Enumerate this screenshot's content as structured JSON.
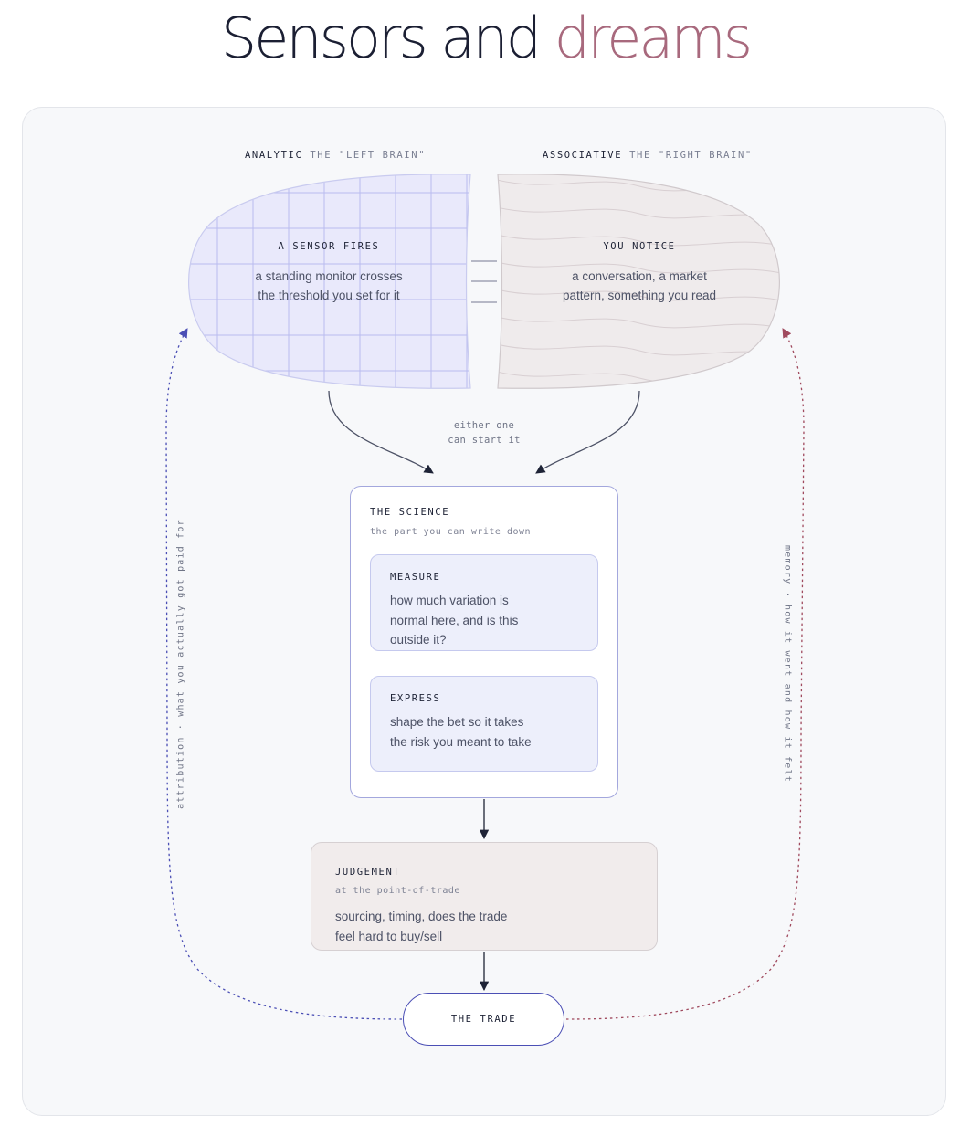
{
  "title": {
    "main": "Sensors and",
    "accent": "dreams"
  },
  "analytic": {
    "label": "ANALYTIC",
    "sub": "THE \"LEFT BRAIN\"",
    "title": "A SENSOR FIRES",
    "desc_line1": "a standing monitor crosses",
    "desc_line2": "the threshold you set for it"
  },
  "associative": {
    "label": "ASSOCIATIVE",
    "sub": "THE \"RIGHT BRAIN\"",
    "title": "YOU NOTICE",
    "desc_line1": "a conversation, a market",
    "desc_line2": "pattern, something you read"
  },
  "merge_note": {
    "line1": "either one",
    "line2": "can start it"
  },
  "science": {
    "title": "THE SCIENCE",
    "subtitle": "the part you can write down",
    "measure": {
      "title": "MEASURE",
      "line1": "how much variation is",
      "line2": "normal here, and is this",
      "line3": "outside it?"
    },
    "express": {
      "title": "EXPRESS",
      "line1": "shape the bet so it takes",
      "line2": "the risk you meant to take"
    }
  },
  "judgement": {
    "title": "JUDGEMENT",
    "subtitle": "at the point-of-trade",
    "line1": "sourcing, timing, does the trade",
    "line2": "feel hard to buy/sell"
  },
  "trade": {
    "label": "THE TRADE"
  },
  "feedback": {
    "left": "attribution · what you actually got paid for",
    "right": "memory · how it went and how it felt"
  },
  "colors": {
    "accent": "#a8697d",
    "ink": "#1b1f33",
    "analytic_fill": "#e9e9fb",
    "associative_fill": "#efebec",
    "trade_border": "#4b4fb5",
    "left_loop": "#4b4fb5",
    "right_loop": "#a04a5e"
  }
}
